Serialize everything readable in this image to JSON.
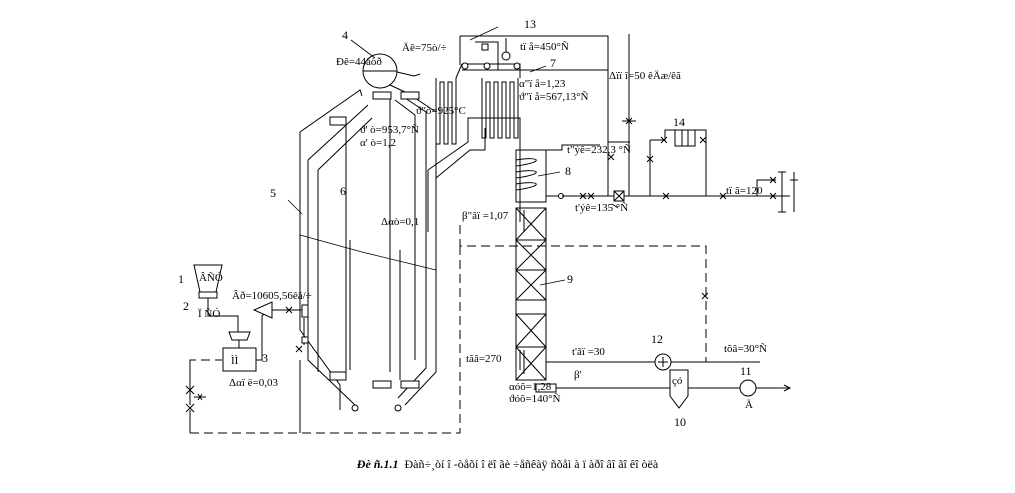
{
  "numbers": {
    "n1": "1",
    "n2": "2",
    "n3": "3",
    "n4": "4",
    "n5": "5",
    "n6": "6",
    "n7": "7",
    "n8": "8",
    "n9": "9",
    "n10": "10",
    "n11": "11",
    "n12": "12",
    "n13": "13",
    "n14": "14"
  },
  "labels": {
    "bunker": "ÂÑÓ",
    "feeder": "Ï ÑÓ",
    "mill": "ÌÌ",
    "drum_pressure": "Ðê=44àòð",
    "steam_flow": "Äê=75ò/÷",
    "steam_temp": "tï å=450°Ñ",
    "attemp_dp": "Δïï î=50 êÄæ/êã",
    "alpha_ss": "α\"ï å=1,23",
    "theta_ss": "ϑ\"ï å=567,13°Ñ",
    "theta_furnace_exit": "ϑ\"ò=925°C",
    "theta_screen": "ϑ' ò=953,7°Ñ",
    "alpha_furnace": "α' ò=1,2",
    "delta_alpha_f": "Δαò=0,1",
    "t_eco_out": "t\"ýê=232,3 °Ñ",
    "t_eco_in": "t'ýê=135 °Ñ",
    "beta_air": "β\"âï =1,07",
    "fuel_flow": "Âð=10605,56êã/÷",
    "mill_leak": "Δαï ë=0,03",
    "t_hot_air": "tãâ=270",
    "t_air_in": "t'âï =30",
    "beta_prime": "β'",
    "t_cold_air": "tõâ=30°Ñ",
    "alpha_flue": "αóõ=1,28",
    "theta_flue": "ϑóõ=140°Ñ",
    "t_feed": "tï â=120",
    "ash_collector": "çó",
    "smoke_exhauster": "Ä"
  },
  "caption": {
    "prefix": "Ðè ñ.1.1",
    "text": "Ðàñ÷¸òí î -òåõí î ëî ãè ÷åñêàÿ ñõåì à ï àðî âî ãî  êî òëà"
  }
}
